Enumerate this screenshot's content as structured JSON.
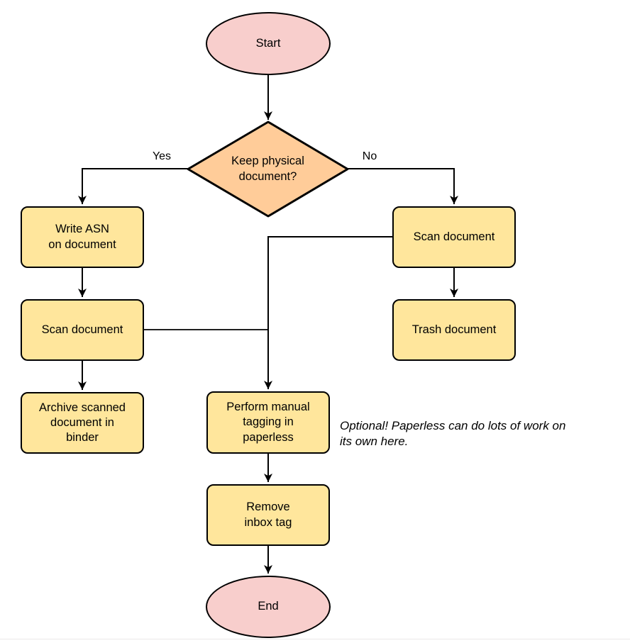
{
  "diagram": {
    "type": "flowchart",
    "nodes": {
      "start": {
        "label": "Start",
        "shape": "terminator",
        "fill": "#F8CECC"
      },
      "decision": {
        "label": "Keep physical\ndocument?",
        "shape": "decision",
        "fill": "#FFCC99"
      },
      "write_asn": {
        "label": "Write ASN\non document",
        "shape": "process",
        "fill": "#FFE69C"
      },
      "scan_left": {
        "label": "Scan document",
        "shape": "process",
        "fill": "#FFE69C"
      },
      "archive": {
        "label": "Archive scanned\ndocument in\nbinder",
        "shape": "process",
        "fill": "#FFE69C"
      },
      "scan_right": {
        "label": "Scan document",
        "shape": "process",
        "fill": "#FFE69C"
      },
      "trash": {
        "label": "Trash document",
        "shape": "process",
        "fill": "#FFE69C"
      },
      "tagging": {
        "label": "Perform manual\ntagging in\npaperless",
        "shape": "process",
        "fill": "#FFE69C"
      },
      "remove_inbox": {
        "label": "Remove\ninbox tag",
        "shape": "process",
        "fill": "#FFE69C"
      },
      "end": {
        "label": "End",
        "shape": "terminator",
        "fill": "#F8CECC"
      }
    },
    "edge_labels": {
      "yes": "Yes",
      "no": "No"
    },
    "note": "Optional! Paperless can do lots of work on\nits own here.",
    "colors": {
      "terminator_fill": "#F8CECC",
      "decision_fill": "#FFCC99",
      "process_fill": "#FFE69C",
      "stroke": "#000000",
      "connector": "#000000"
    }
  }
}
